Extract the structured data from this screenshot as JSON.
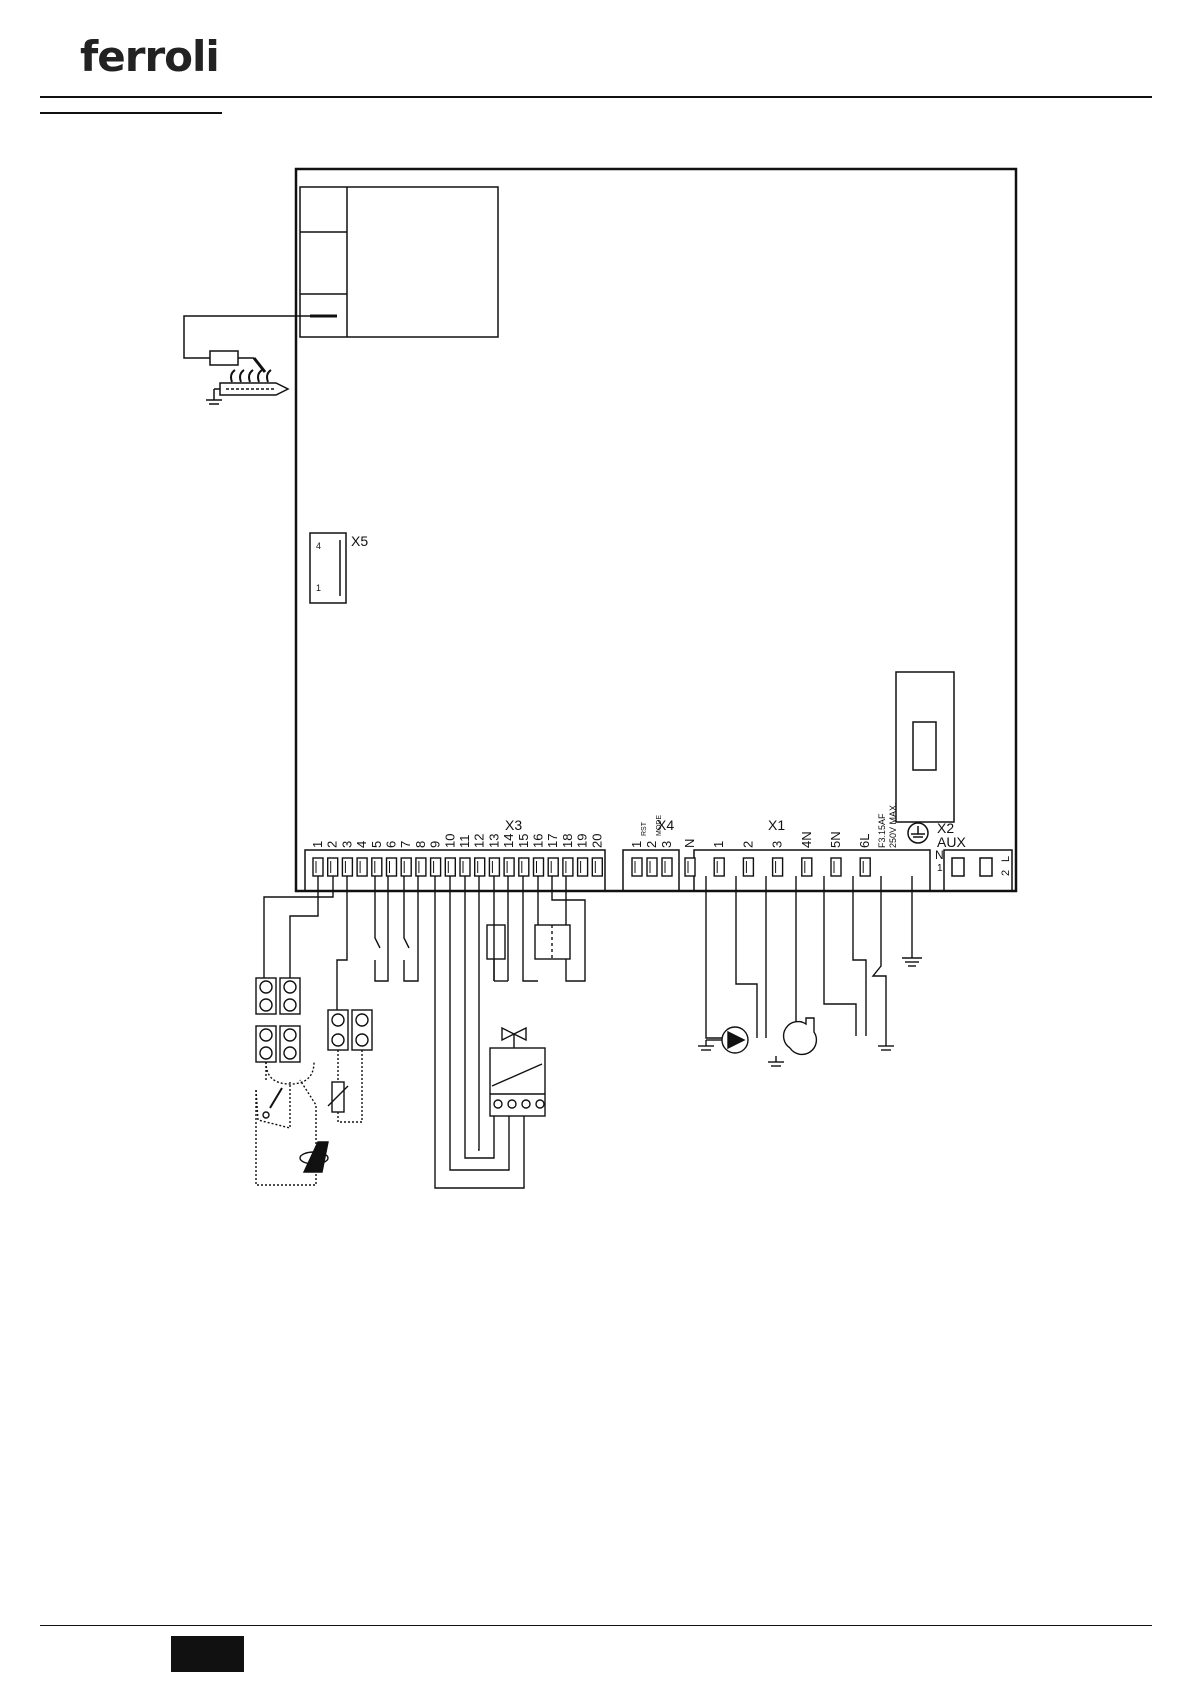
{
  "header": {
    "brand": "ferroli"
  },
  "footer": {
    "page_box": ""
  },
  "connectors": {
    "x3": {
      "name": "X3",
      "pins": [
        "1",
        "2",
        "3",
        "4",
        "5",
        "6",
        "7",
        "8",
        "9",
        "10",
        "11",
        "12",
        "13",
        "14",
        "15",
        "16",
        "17",
        "18",
        "19",
        "20"
      ]
    },
    "x4": {
      "name": "X4",
      "pins": [
        "1",
        "2",
        "3"
      ],
      "pin_labels": [
        "RST",
        "MODE",
        ""
      ]
    },
    "x1": {
      "name": "X1",
      "pins": [
        "N",
        "1",
        "2",
        "3",
        "4N",
        "5N",
        "6L"
      ]
    },
    "x2": {
      "name": "X2",
      "sub": "AUX",
      "pins": [
        "N",
        "1",
        "L",
        "2"
      ]
    },
    "x5": {
      "name": "X5",
      "pins": [
        "4",
        "1"
      ]
    },
    "fuse": {
      "line1": "F3.15AF",
      "line2": "250V MAX."
    }
  },
  "icons": [
    "electrode-icon",
    "ground-icon",
    "pump-icon",
    "fan-icon",
    "valve-icon",
    "ntc-sensor-icon",
    "thermostat-icon",
    "flow-switch-icon"
  ]
}
